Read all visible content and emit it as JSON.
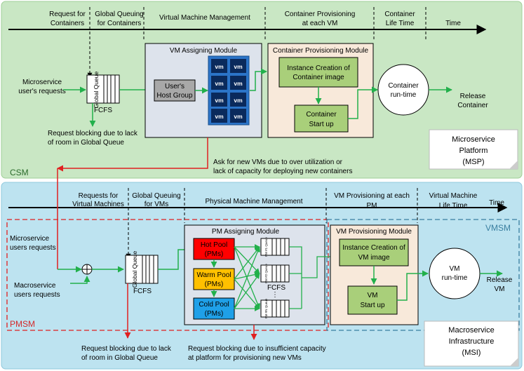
{
  "top": {
    "timeline": [
      "Request for",
      "Containers",
      "Global Queuing",
      "for Containers",
      "Virtual Machine Management",
      "Container Provisioning",
      "at each VM",
      "Container",
      "Life Time",
      "Time"
    ],
    "input_label": [
      "Microservice",
      "user's requests"
    ],
    "queue_label": "Global Queue",
    "fcfs": "FCFS",
    "vm_module_title": "VM Assigning Module",
    "host_group": [
      "User's",
      "Host Group"
    ],
    "vm_icon": "vm",
    "container_module_title": "Container Provisioning Module",
    "instance_creation": [
      "Instance Creation of",
      "Container image"
    ],
    "container_startup": [
      "Container",
      "Start up"
    ],
    "runtime": [
      "Container",
      "run-time"
    ],
    "release": [
      "Release",
      "Container"
    ],
    "blocking": [
      "Request blocking due to lack",
      "of room in Global Queue"
    ],
    "ask_vms": [
      "Ask for new VMs due to over utilization or",
      "lack of capacity for deploying new containers"
    ],
    "platform": [
      "Microservice",
      "Platform",
      "(MSP)"
    ],
    "tag": "CSM"
  },
  "bottom": {
    "timeline": [
      "Requests for",
      "Virtual Machines",
      "Global Queuing",
      "for VMs",
      "Physical Machine Management",
      "VM Provisioning at each",
      "PM",
      "Virtual Machine",
      "Life Time",
      "Time"
    ],
    "micro_label": [
      "Microservice",
      "users requests"
    ],
    "macro_label": [
      "Macroservice",
      "users requests"
    ],
    "queue_label": "Global Queue",
    "fcfs": "FCFS",
    "pm_module_title": "PM Assigning Module",
    "hot_pool": [
      "Hot Pool",
      "(PMs)"
    ],
    "warm_pool": [
      "Warm Pool",
      "(PMs)"
    ],
    "cold_pool": [
      "Cold Pool",
      "(PMs)"
    ],
    "pm_fcfs": "FCFS",
    "pm_queues": [
      "PM #1 Queue",
      "PM #2 Queue",
      "PM #N Queue"
    ],
    "vm_module_title": "VM Provisioning Module",
    "instance_creation": [
      "Instance Creation of",
      "VM image"
    ],
    "vm_startup": [
      "VM",
      "Start up"
    ],
    "runtime": [
      "VM",
      "run-time"
    ],
    "release": [
      "Release",
      "VM"
    ],
    "blocking1": [
      "Request blocking due to lack",
      "of room in Global Queue"
    ],
    "blocking2": [
      "Request blocking due to insufficient capacity",
      "at platform for provisioning new VMs"
    ],
    "infra": [
      "Macroservice",
      "Infrastructure",
      "(MSI)"
    ],
    "pmsm_tag": "PMSM",
    "vmsm_tag": "VMSM"
  },
  "colors": {
    "csm_bg": "#c9e7c4",
    "msi_bg": "#bde3f0",
    "hot": "#ff0000",
    "warm": "#ffc000",
    "cold": "#1fa0e8",
    "green_box": "#a9cf7a",
    "arrow_green": "#22b04b",
    "arrow_red": "#e02020"
  }
}
